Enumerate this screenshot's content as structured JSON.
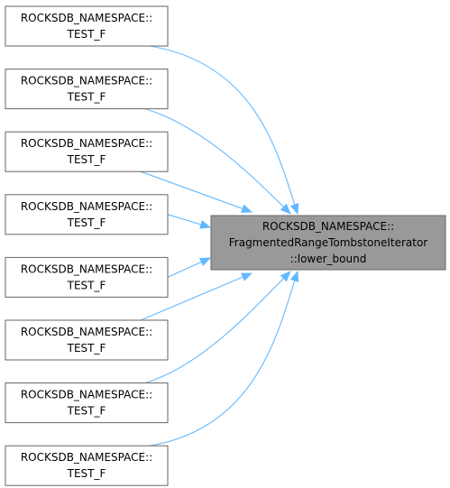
{
  "target": {
    "lines": [
      "ROCKSDB_NAMESPACE::",
      "FragmentedRangeTombstoneIterator",
      "::lower_bound"
    ],
    "fill": "#999999",
    "stroke": "#666666"
  },
  "callers": [
    {
      "lines": [
        "ROCKSDB_NAMESPACE::",
        "TEST_F"
      ]
    },
    {
      "lines": [
        "ROCKSDB_NAMESPACE::",
        "TEST_F"
      ]
    },
    {
      "lines": [
        "ROCKSDB_NAMESPACE::",
        "TEST_F"
      ]
    },
    {
      "lines": [
        "ROCKSDB_NAMESPACE::",
        "TEST_F"
      ]
    },
    {
      "lines": [
        "ROCKSDB_NAMESPACE::",
        "TEST_F"
      ]
    },
    {
      "lines": [
        "ROCKSDB_NAMESPACE::",
        "TEST_F"
      ]
    },
    {
      "lines": [
        "ROCKSDB_NAMESPACE::",
        "TEST_F"
      ]
    },
    {
      "lines": [
        "ROCKSDB_NAMESPACE::",
        "TEST_F"
      ]
    }
  ],
  "colors": {
    "edge": "#63b8ff",
    "node_fill": "#ffffff",
    "node_stroke": "#666666"
  }
}
